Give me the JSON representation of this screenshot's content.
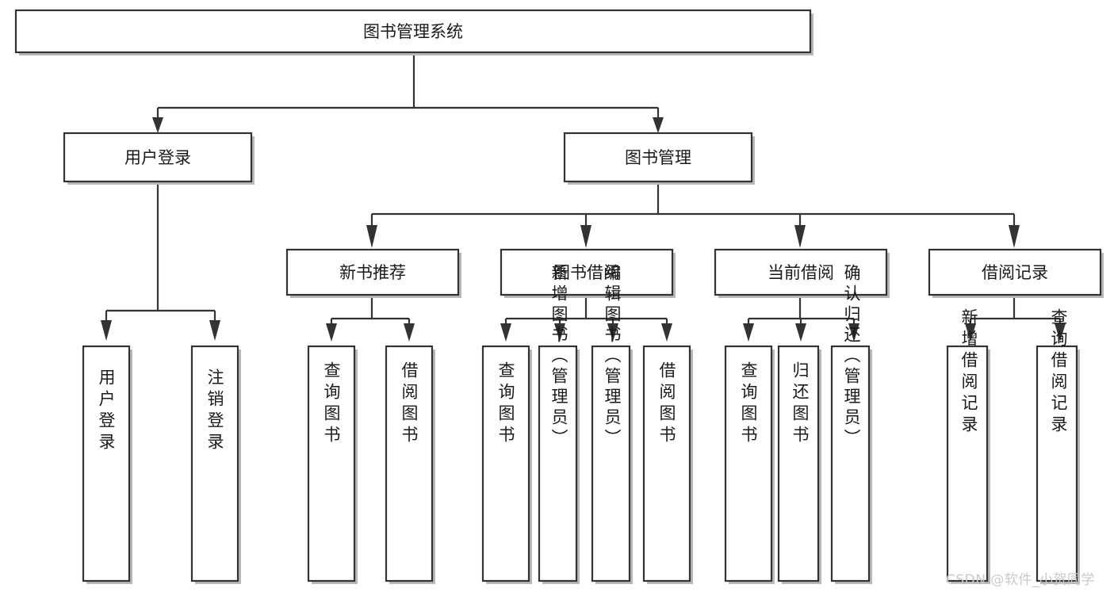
{
  "diagram": {
    "title": "图书管理系统",
    "type": "tree-hierarchy-diagram",
    "root": {
      "label": "图书管理系统"
    },
    "level2": [
      {
        "label": "用户登录"
      },
      {
        "label": "图书管理"
      }
    ],
    "level3": [
      {
        "label": "新书推荐"
      },
      {
        "label": "图书借阅"
      },
      {
        "label": "当前借阅"
      },
      {
        "label": "借阅记录"
      }
    ],
    "leaves_user_login": [
      {
        "label": "用户登录"
      },
      {
        "label": "注销登录"
      }
    ],
    "leaves_new_book": [
      {
        "label": "查询图书"
      },
      {
        "label": "借阅图书"
      }
    ],
    "leaves_borrow": [
      {
        "label": "查询图书"
      },
      {
        "label": "新增图书（管理员）"
      },
      {
        "label": "编辑图书（管理员）"
      },
      {
        "label": "借阅图书"
      }
    ],
    "leaves_current": [
      {
        "label": "查询图书"
      },
      {
        "label": "归还图书"
      },
      {
        "label": "确认归还（管理员）"
      }
    ],
    "leaves_records": [
      {
        "label": "新增借阅记录"
      },
      {
        "label": "查询借阅记录"
      }
    ]
  },
  "watermark": {
    "text": "CSDN @软件_小贺同学"
  },
  "colors": {
    "stroke": "#333333",
    "fill": "#ffffff",
    "text": "#1a1a1a",
    "shadow": "#b8b8b8",
    "watermark": "#c9c9c9"
  }
}
